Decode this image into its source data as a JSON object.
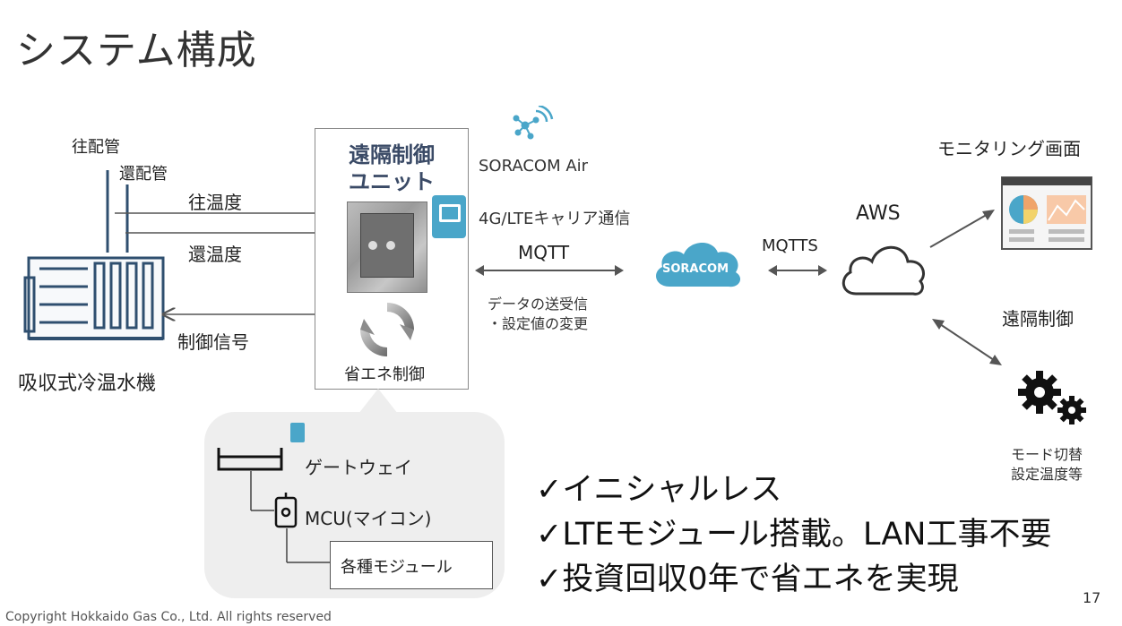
{
  "title": "システム構成",
  "chiller": {
    "pipe_out_label": "往配管",
    "pipe_return_label": "還配管",
    "name": "吸収式冷温水機"
  },
  "signals": {
    "out_temp": "往温度",
    "return_temp": "還温度",
    "control_signal": "制御信号"
  },
  "unit": {
    "title_line1": "遠隔制御",
    "title_line2": "ユニット",
    "energy_saving": "省エネ制御"
  },
  "soracom": {
    "service": "SORACOM Air",
    "network": "4G/LTEキャリア通信",
    "protocol": "MQTT",
    "note_line1": "データの送受信",
    "note_line2": "・設定値の変更",
    "cloud_label": "SORACOM"
  },
  "aws": {
    "protocol": "MQTTS",
    "label": "AWS"
  },
  "monitoring": {
    "label": "モニタリング画面"
  },
  "remote": {
    "label": "遠隔制御",
    "note_line1": "モード切替",
    "note_line2": "設定温度等"
  },
  "components": {
    "gateway": "ゲートウェイ",
    "mcu": "MCU(マイコン)",
    "modules": "各種モジュール"
  },
  "features": [
    "✓イニシャルレス",
    "✓LTEモジュール搭載。LAN工事不要",
    "✓投資回収0年で省エネを実現"
  ],
  "page_number": "17",
  "copyright": "Copyright Hokkaido Gas Co.,  Ltd.  All rights reserved",
  "colors": {
    "soracom_blue": "#4aa6c9",
    "unit_title": "#3a4a66",
    "arrow_gray": "#555555"
  }
}
